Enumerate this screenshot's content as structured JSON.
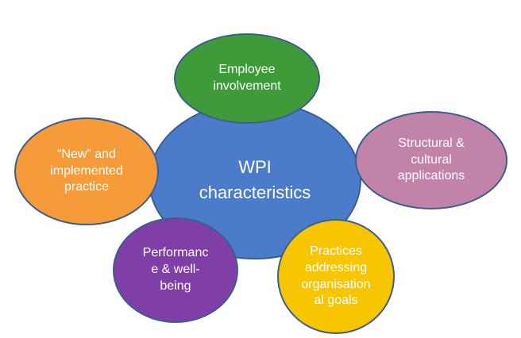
{
  "diagram": {
    "center": {
      "label": "WPI\ncharacteristics",
      "color": "#4a7cc9"
    },
    "nodes": [
      {
        "id": "employee",
        "label": "Employee\ninvolvement",
        "color": "#3f9b3a"
      },
      {
        "id": "new",
        "label": "“New” and\nimplemented\npractice",
        "color": "#f59b3a"
      },
      {
        "id": "structural",
        "label": "Structural &\ncultural\napplications",
        "color": "#c283a8"
      },
      {
        "id": "performance",
        "label": "Performanc\ne & well-\nbeing",
        "color": "#7f3fa7"
      },
      {
        "id": "practices",
        "label": "Practices\naddressing\norganisation\nal goals",
        "color": "#f7c600"
      }
    ],
    "border_color": "#3a5f8f"
  }
}
